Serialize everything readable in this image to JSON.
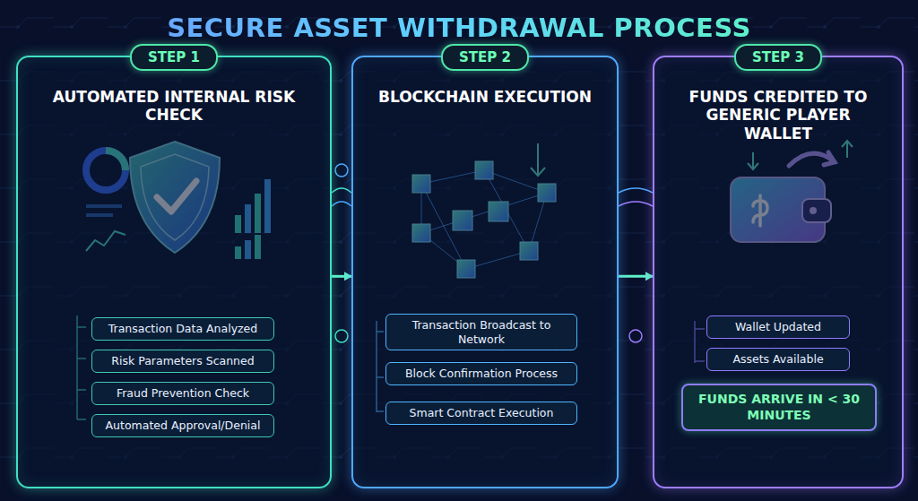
{
  "diagram": {
    "title": "SECURE ASSET WITHDRAWAL PROCESS",
    "nodes": [
      {
        "text": [
          "STEP 1",
          "AUTOMATED INTERNAL RISK CHECK"
        ]
      },
      {
        "text": [
          "Transaction Data Analyzed"
        ],
        "in": 0
      },
      {
        "text": [
          "Risk Parameters Scanned"
        ],
        "in": 0
      },
      {
        "text": [
          "Fraud Prevention Check"
        ],
        "in": 0
      },
      {
        "text": [
          "Automated Approval/Denial"
        ],
        "in": 0
      },
      {
        "text": [
          "STEP 2",
          "BLOCKCHAIN EXECUTION"
        ]
      },
      {
        "text": [
          "Transaction Broadcast to Network"
        ],
        "in": 5
      },
      {
        "text": [
          "Block Confirmation Process"
        ],
        "in": 5
      },
      {
        "text": [
          "Smart Contract Execution"
        ],
        "in": 5
      },
      {
        "text": [
          "STEP 3",
          "FUNDS CREDITED TO GENERIC PLAYER WALLET"
        ]
      },
      {
        "text": [
          "Wallet Updated"
        ],
        "in": 9
      },
      {
        "text": [
          "Assets Available"
        ],
        "in": 9
      },
      {
        "text": [
          "FUNDS ARRIVE IN < 30 MINUTES"
        ],
        "in": 9
      }
    ],
    "edges": [
      {
        "from": 0,
        "to": 5,
        "arrow": "to"
      },
      {
        "from": 5,
        "to": 9,
        "arrow": "to"
      }
    ]
  }
}
